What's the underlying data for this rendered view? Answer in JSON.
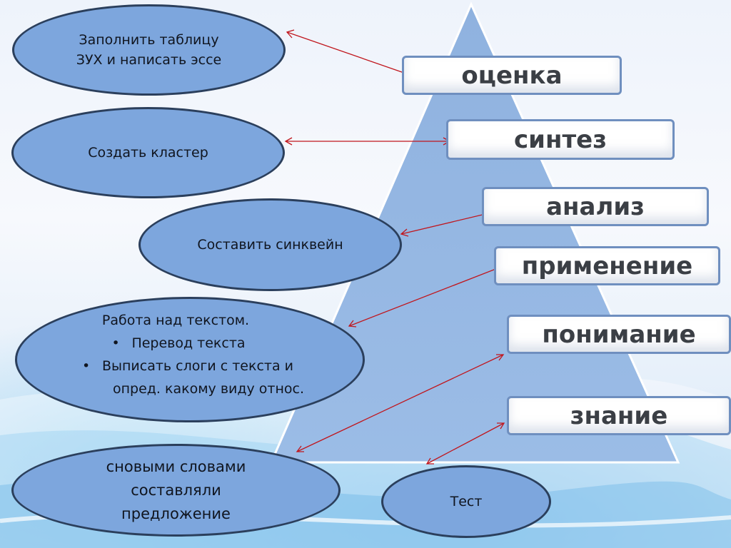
{
  "levels": [
    {
      "label": "оценка"
    },
    {
      "label": "синтез"
    },
    {
      "label": "анализ"
    },
    {
      "label": "применение"
    },
    {
      "label": "понимание"
    },
    {
      "label": "знание"
    }
  ],
  "tasks": {
    "fill_table": {
      "line1": "Заполнить таблицу",
      "line2": "ЗУХ и написать эссе"
    },
    "cluster": "Создать кластер",
    "cinquain": "Составить синквейн",
    "text_work": {
      "title": "Работа над текстом.",
      "bullet1": "Перевод текста",
      "bullet2_line1": "Выписать слоги с текста и",
      "bullet2_line2": "опред. какому виду относ."
    },
    "new_words": {
      "line1": "сновыми словами",
      "line2": "составляли",
      "line3": "предложение"
    },
    "test": "Тест"
  },
  "colors": {
    "triangle_fill": "#90b4e0",
    "ellipse_fill": "#7da6dd",
    "ellipse_border": "#2b3f5c",
    "label_border": "#6f8fbf",
    "label_text": "#3b3f45",
    "arrow": "#c0161d"
  }
}
